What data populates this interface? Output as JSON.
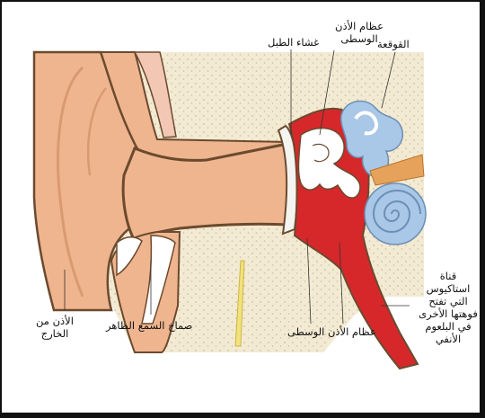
{
  "labels": {
    "outer_ear": "الأذن من الخارج",
    "ear_canal": "صماخ السمع الظاهر",
    "eardrum": "غشاء الطبل",
    "ossicles_top": "عظام الأذن الوسطى",
    "cochlea": "القوقعة",
    "middle_ear_bones": "عظام الأذن الوسطى",
    "eustachian_tube": "قناة استاكيوس التي تفتح فوهتها الأخرى في البلعوم الأنفي"
  },
  "colors": {
    "skin": "#efb58f",
    "skin_dark": "#d99a72",
    "bone": "#f3ead3",
    "bone_dots": "#cdbf9c",
    "outline": "#6b4a2e",
    "middle_ear_red": "#d6282b",
    "ossicle": "#ffffff",
    "cochlea_blue": "#a9c7e6",
    "nerve": "#e6a25a",
    "cartilage": "#f2c7b4"
  }
}
